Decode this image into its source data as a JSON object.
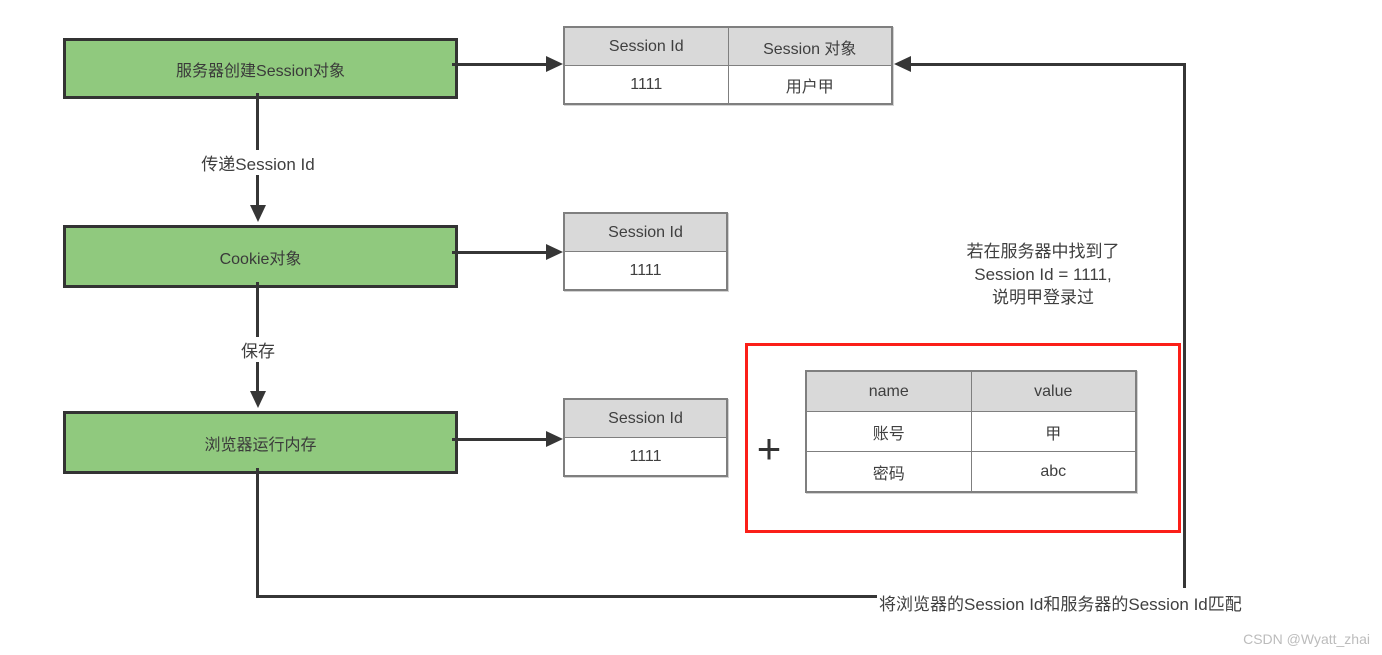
{
  "diagram": {
    "boxes": [
      {
        "label": "服务器创建Session对象"
      },
      {
        "label": "Cookie对象"
      },
      {
        "label": "浏览器运行内存"
      }
    ],
    "edge_labels": {
      "pass_session_id": "传递Session Id",
      "save": "保存",
      "match": "将浏览器的Session Id和服务器的Session Id匹配"
    },
    "note": {
      "lines": [
        "若在服务器中找到了",
        "Session Id = 1111,",
        "说明甲登录过"
      ]
    },
    "plus_sign": "+",
    "tables": {
      "server_session": {
        "headers": [
          "Session Id",
          "Session 对象"
        ],
        "rows": [
          [
            "1111",
            "用户甲"
          ]
        ]
      },
      "cookie_session": {
        "headers": [
          "Session Id"
        ],
        "rows": [
          [
            "1111"
          ]
        ]
      },
      "browser_session": {
        "headers": [
          "Session Id"
        ],
        "rows": [
          [
            "1111"
          ]
        ]
      },
      "cookie_data": {
        "headers": [
          "name",
          "value"
        ],
        "rows": [
          [
            "账号",
            "甲"
          ],
          [
            "密码",
            "abc"
          ]
        ]
      }
    },
    "watermark": "CSDN @Wyatt_zhai",
    "colors": {
      "box_fill": "#90c97e",
      "box_border": "#333333",
      "table_border": "#7f7f7f",
      "table_header_bg": "#d9d9d9",
      "line": "#363636",
      "highlight_red": "#fb1f18",
      "text": "#3f3f3f",
      "watermark": "#bcbcbc"
    }
  }
}
